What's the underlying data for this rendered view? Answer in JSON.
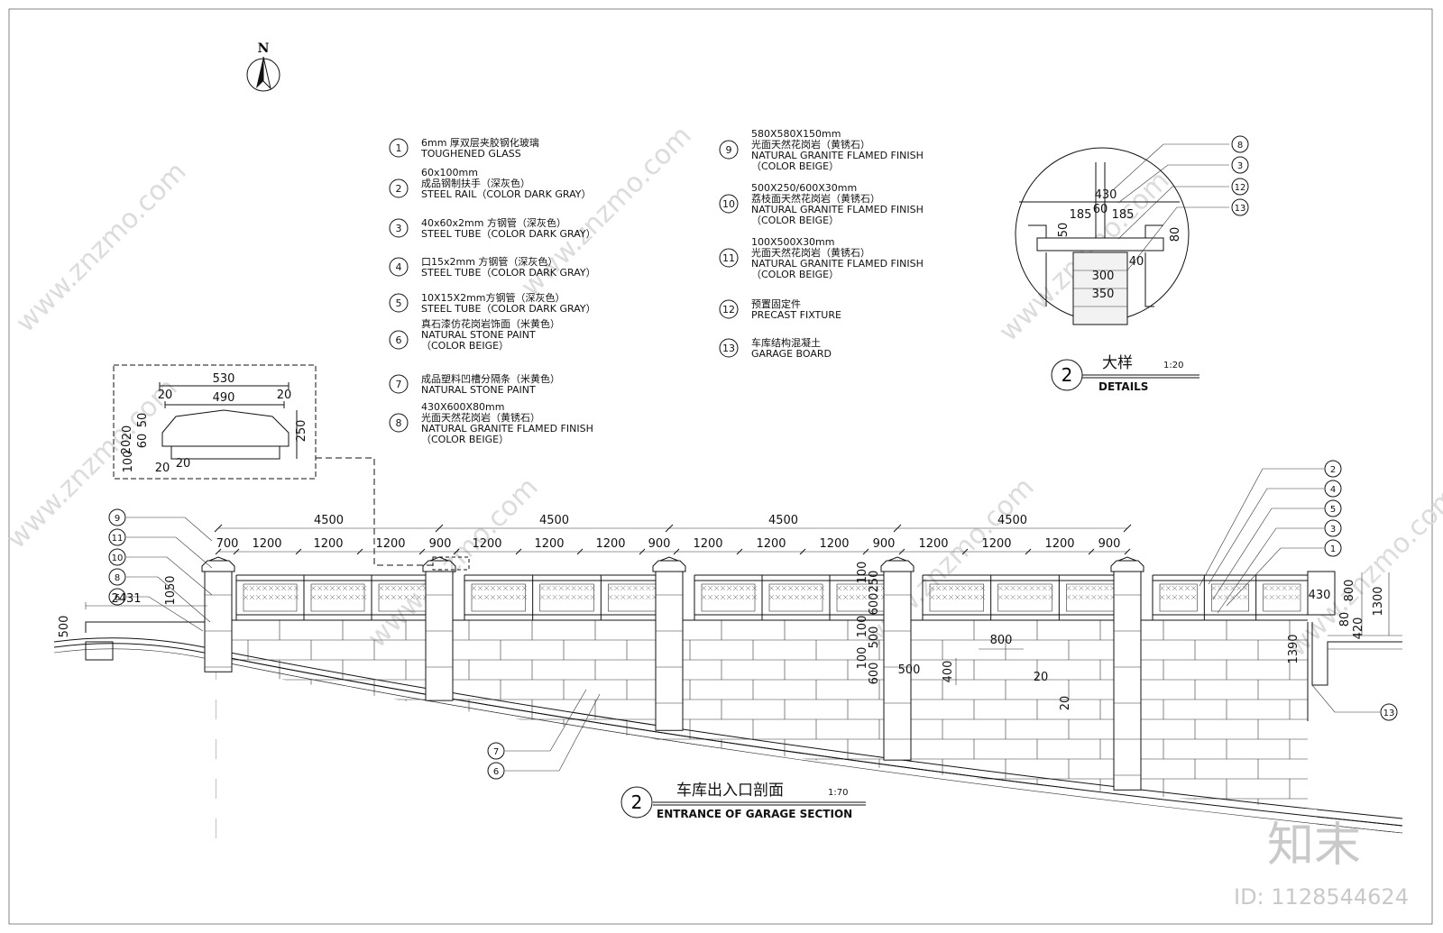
{
  "north_label": "N",
  "legend": [
    {
      "num": "1",
      "line1": "6mm 厚双层夹胶钢化玻璃",
      "line2": "TOUGHENED GLASS",
      "line3": ""
    },
    {
      "num": "2",
      "line1": "60x100mm",
      "line2": "成品钢制扶手（深灰色）",
      "line3": "STEEL RAIL（COLOR DARK GRAY）"
    },
    {
      "num": "3",
      "line1": "40x60x2mm 方钢管（深灰色）",
      "line2": "STEEL TUBE（COLOR DARK GRAY）",
      "line3": ""
    },
    {
      "num": "4",
      "line1": "口15x2mm 方钢管（深灰色）",
      "line2": "STEEL TUBE（COLOR DARK GRAY）",
      "line3": ""
    },
    {
      "num": "5",
      "line1": "10X15X2mm方钢管（深灰色）",
      "line2": "STEEL TUBE（COLOR DARK GRAY）",
      "line3": ""
    },
    {
      "num": "6",
      "line1": "真石漆仿花岗岩饰面（米黄色）",
      "line2": "NATURAL STONE PAINT",
      "line3": "（COLOR BEIGE）"
    },
    {
      "num": "7",
      "line1": "成品塑料凹槽分隔条（米黄色）",
      "line2": "NATURAL STONE PAINT",
      "line3": ""
    },
    {
      "num": "8",
      "line1": "430X600X80mm",
      "line2": "光面天然花岗岩（黄锈石）",
      "line3": "NATURAL GRANITE FLAMED FINISH",
      "line4": "（COLOR BEIGE）"
    },
    {
      "num": "9",
      "line1": "580X580X150mm",
      "line2": "光面天然花岗岩（黄锈石）",
      "line3": "NATURAL GRANITE FLAMED FINISH",
      "line4": "（COLOR BEIGE）"
    },
    {
      "num": "10",
      "line1": "500X250/600X30mm",
      "line2": "荔枝面天然花岗岩（黄锈石）",
      "line3": "NATURAL GRANITE FLAMED FINISH",
      "line4": "（COLOR BEIGE）"
    },
    {
      "num": "11",
      "line1": "100X500X30mm",
      "line2": "光面天然花岗岩（黄锈石）",
      "line3": "NATURAL GRANITE FLAMED FINISH",
      "line4": "（COLOR BEIGE）"
    },
    {
      "num": "12",
      "line1": "预置固定件",
      "line2": "PRECAST FIXTURE",
      "line3": ""
    },
    {
      "num": "13",
      "line1": "车库结构混凝土",
      "line2": "GARAGE BOARD",
      "line3": ""
    }
  ],
  "detail": {
    "num": "2",
    "title_cn": "大样",
    "scale": "1:20",
    "title_en": "DETAILS",
    "dims": [
      "430",
      "185",
      "60",
      "185",
      "50",
      "80",
      "40",
      "300",
      "350"
    ],
    "callouts": [
      "8",
      "3",
      "12",
      "13"
    ]
  },
  "cap_detail": {
    "dims_top": [
      "530",
      "490"
    ],
    "dims_side": [
      "20",
      "20",
      "20",
      "50",
      "60",
      "20",
      "100",
      "20",
      "20",
      "250"
    ]
  },
  "section": {
    "num": "2",
    "title_cn": "车库出入口剖面",
    "scale": "1:70",
    "title_en": "ENTRANCE OF GARAGE SECTION",
    "top_dims": [
      "4500",
      "4500",
      "4500",
      "4500"
    ],
    "sub_dims": [
      "700",
      "1200",
      "1200",
      "1200",
      "900",
      "1200",
      "1200",
      "1200",
      "900",
      "1200",
      "1200",
      "1200",
      "900",
      "1200",
      "1200",
      "1200",
      "900"
    ],
    "left_callouts": [
      "9",
      "11",
      "10",
      "8",
      "6"
    ],
    "right_callouts": [
      "2",
      "4",
      "5",
      "3",
      "1"
    ],
    "bottom_callouts": [
      "7",
      "6"
    ],
    "right_bottom_callout": "13",
    "left_dims": [
      "2431",
      "1050",
      "500"
    ],
    "mid_dims": [
      "100",
      "250",
      "600",
      "100",
      "500",
      "100",
      "600",
      "500",
      "400",
      "800",
      "20",
      "20"
    ],
    "right_dims": [
      "430",
      "800",
      "1300",
      "420",
      "80",
      "1390"
    ]
  },
  "watermark": {
    "brand": "知末",
    "site": "www.znzmo.com",
    "id_label": "ID: 1128544624"
  }
}
